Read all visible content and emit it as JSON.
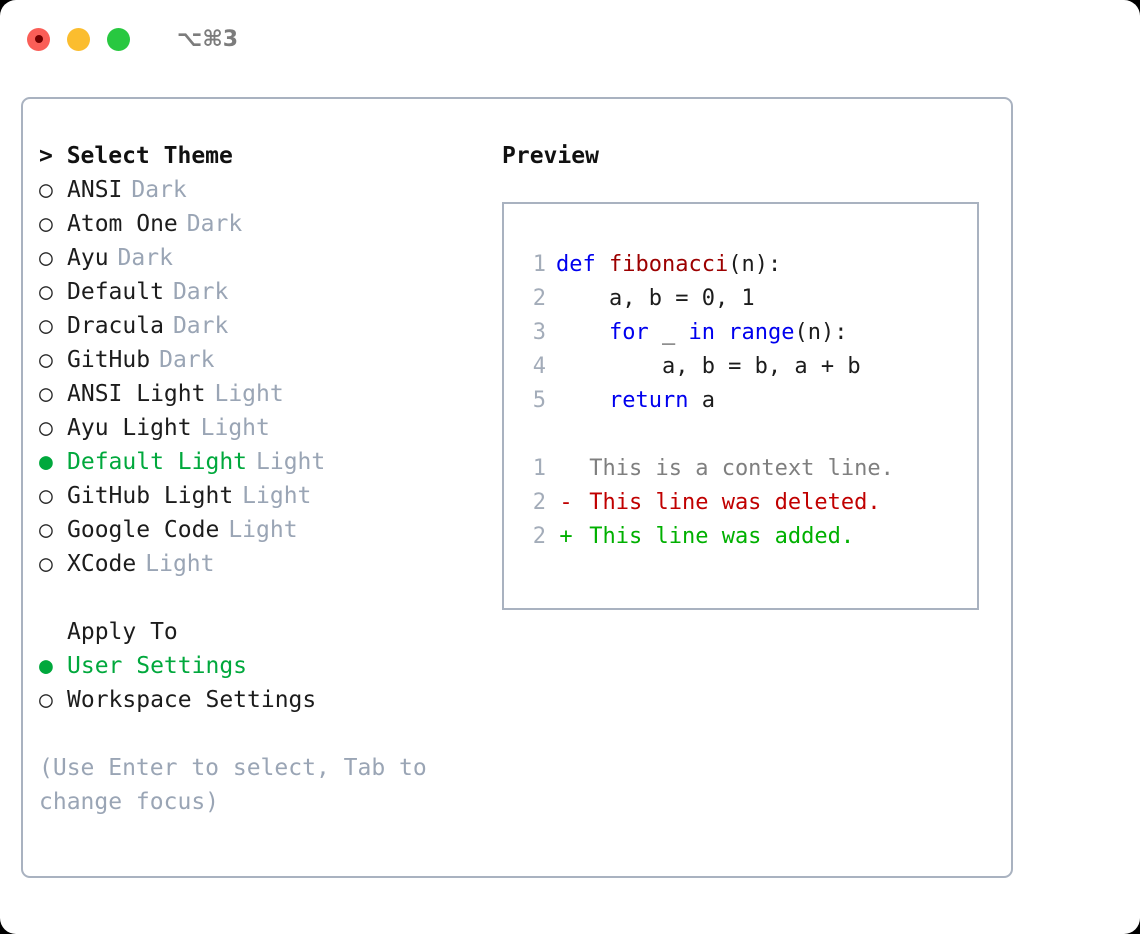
{
  "titlebar": {
    "shortcut": "⌥⌘3",
    "dots": [
      "close-red",
      "minimize-yellow",
      "maximize-green"
    ]
  },
  "left": {
    "header": "> Select Theme",
    "themes": [
      {
        "bullet": "○",
        "label": "ANSI",
        "tag": "Dark",
        "selected": false
      },
      {
        "bullet": "○",
        "label": "Atom One",
        "tag": "Dark",
        "selected": false
      },
      {
        "bullet": "○",
        "label": "Ayu",
        "tag": "Dark",
        "selected": false
      },
      {
        "bullet": "○",
        "label": "Default",
        "tag": "Dark",
        "selected": false
      },
      {
        "bullet": "○",
        "label": "Dracula",
        "tag": "Dark",
        "selected": false
      },
      {
        "bullet": "○",
        "label": "GitHub",
        "tag": "Dark",
        "selected": false
      },
      {
        "bullet": "○",
        "label": "ANSI Light",
        "tag": "Light",
        "selected": false
      },
      {
        "bullet": "○",
        "label": "Ayu Light",
        "tag": "Light",
        "selected": false
      },
      {
        "bullet": "●",
        "label": "Default Light",
        "tag": "Light",
        "selected": true
      },
      {
        "bullet": "○",
        "label": "GitHub Light",
        "tag": "Light",
        "selected": false
      },
      {
        "bullet": "○",
        "label": "Google Code",
        "tag": "Light",
        "selected": false
      },
      {
        "bullet": "○",
        "label": "XCode",
        "tag": "Light",
        "selected": false
      }
    ],
    "apply_to_header": "Apply To",
    "apply_to": [
      {
        "bullet": "●",
        "label": "User Settings",
        "selected": true
      },
      {
        "bullet": "○",
        "label": "Workspace Settings",
        "selected": false
      }
    ],
    "hint": "(Use Enter to select, Tab to change focus)"
  },
  "preview": {
    "title": "Preview",
    "code": [
      {
        "no": "1",
        "tokens": [
          {
            "t": "def ",
            "c": "kw"
          },
          {
            "t": "fibonacci",
            "c": "fn"
          },
          {
            "t": "(n):",
            "c": "pl"
          }
        ]
      },
      {
        "no": "2",
        "tokens": [
          {
            "t": "    a, b = 0, 1",
            "c": "pl"
          }
        ]
      },
      {
        "no": "3",
        "tokens": [
          {
            "t": "    ",
            "c": "pl"
          },
          {
            "t": "for",
            "c": "kw"
          },
          {
            "t": " _ ",
            "c": "pl"
          },
          {
            "t": "in",
            "c": "kw"
          },
          {
            "t": " ",
            "c": "pl"
          },
          {
            "t": "range",
            "c": "kw"
          },
          {
            "t": "(n):",
            "c": "pl"
          }
        ]
      },
      {
        "no": "4",
        "tokens": [
          {
            "t": "        a, b = b, a + b",
            "c": "pl"
          }
        ]
      },
      {
        "no": "5",
        "tokens": [
          {
            "t": "    ",
            "c": "pl"
          },
          {
            "t": "return",
            "c": "kw"
          },
          {
            "t": " a",
            "c": "pl"
          }
        ]
      }
    ],
    "diff": [
      {
        "no": "1",
        "marker": " ",
        "text": "This is a context line.",
        "kind": "ctx"
      },
      {
        "no": "2",
        "marker": "-",
        "text": "This line was deleted.",
        "kind": "del"
      },
      {
        "no": "2",
        "marker": "+",
        "text": "This line was added.",
        "kind": "add"
      }
    ]
  },
  "colors": {
    "accent_green": "#00a83c",
    "border": "#a9b2c0",
    "muted": "#9aa5b5",
    "keyword_blue": "#0000ee",
    "function_red": "#9c0000",
    "diff_add": "#00b000",
    "diff_del": "#c00000",
    "diff_ctx": "#7f7f7f"
  }
}
